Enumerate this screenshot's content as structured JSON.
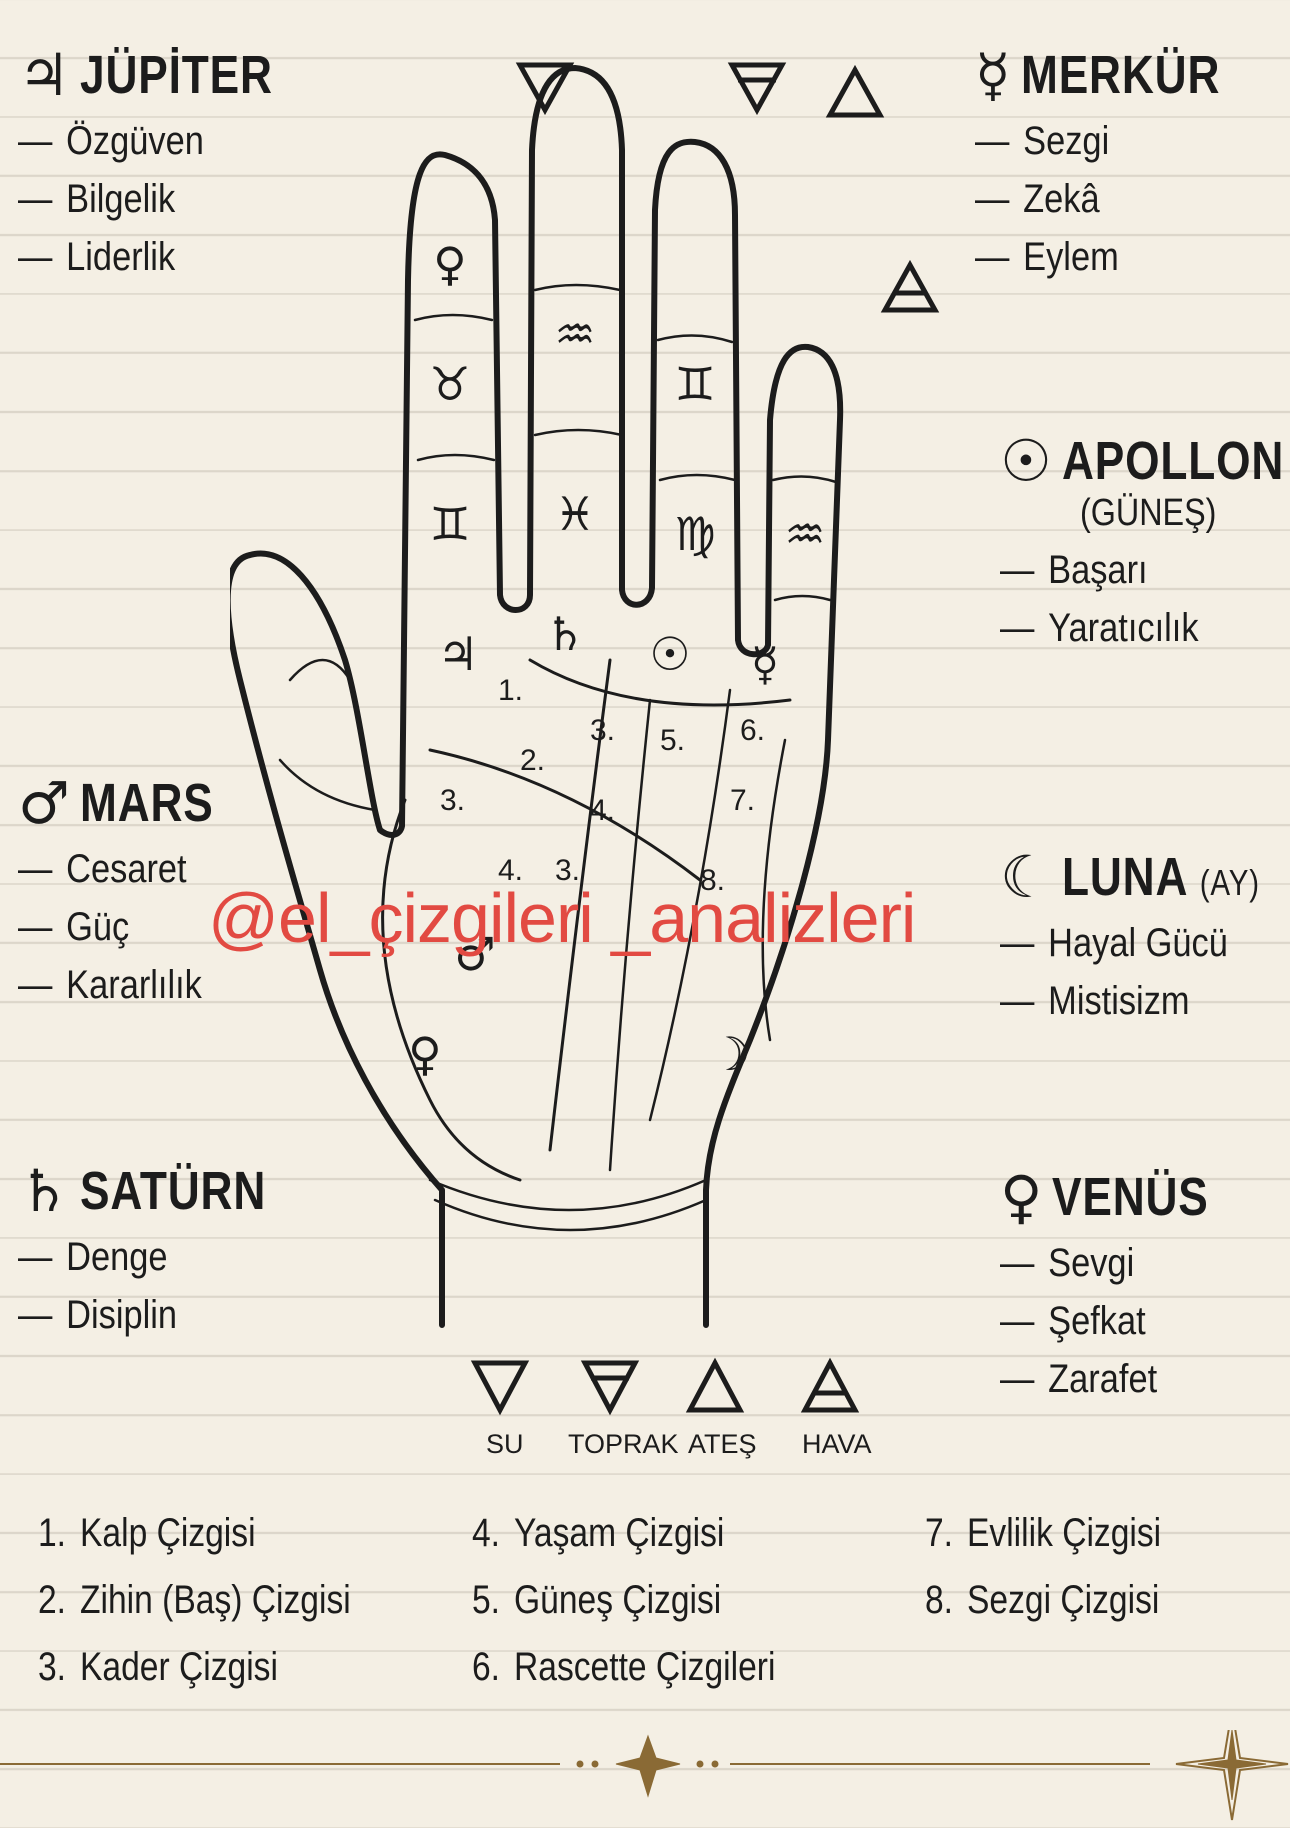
{
  "planets": {
    "jupiter": {
      "symbol": "♃",
      "name": "JÜPİTER",
      "traits": [
        "Özgüven",
        "Bilgelik",
        "Liderlik"
      ]
    },
    "mars": {
      "symbol": "♂",
      "name": "MARS",
      "traits": [
        "Cesaret",
        "Güç",
        "Kararlılık"
      ]
    },
    "saturn": {
      "symbol": "♄",
      "name": "SATÜRN",
      "traits": [
        "Denge",
        "Disiplin"
      ]
    },
    "mercury": {
      "symbol": "☿",
      "name": "MERKÜR",
      "traits": [
        "Sezgi",
        "Zekâ",
        "Eylem"
      ]
    },
    "apollo": {
      "symbol": "☉",
      "name": "APOLLON",
      "subtitle": "(GÜNEŞ)",
      "traits": [
        "Başarı",
        "Yaratıcılık"
      ]
    },
    "luna": {
      "symbol": "☾",
      "name": "LUNA",
      "name_suffix": "(AY)",
      "traits": [
        "Hayal Gücü",
        "Mistisizm"
      ]
    },
    "venus": {
      "symbol": "♀",
      "name": "VENÜS",
      "traits": [
        "Sevgi",
        "Şefkat",
        "Zarafet"
      ]
    }
  },
  "elements": [
    {
      "label": "SU",
      "icon": "water-triangle-icon"
    },
    {
      "label": "TOPRAK",
      "icon": "earth-triangle-icon"
    },
    {
      "label": "ATEŞ",
      "icon": "fire-triangle-icon"
    },
    {
      "label": "HAVA",
      "icon": "air-triangle-icon"
    }
  ],
  "hand": {
    "finger_signs": [
      "♀",
      "♉",
      "♊",
      "♒",
      "♓",
      "♊",
      "♍",
      "♒"
    ],
    "mount_signs": [
      "♃",
      "♄",
      "☉",
      "☿",
      "♂",
      "♀",
      "☽"
    ],
    "line_numbers": [
      "1.",
      "2.",
      "3.",
      "3.",
      "4.",
      "4.",
      "3.",
      "5.",
      "6.",
      "7.",
      "8."
    ]
  },
  "legend": [
    {
      "num": "1.",
      "label": "Kalp Çizgisi"
    },
    {
      "num": "2.",
      "label": "Zihin (Baş) Çizgisi"
    },
    {
      "num": "3.",
      "label": "Kader Çizgisi"
    },
    {
      "num": "4.",
      "label": "Yaşam Çizgisi"
    },
    {
      "num": "5.",
      "label": "Güneş Çizgisi"
    },
    {
      "num": "6.",
      "label": "Rascette Çizgileri"
    },
    {
      "num": "7.",
      "label": "Evlilik Çizgisi"
    },
    {
      "num": "8.",
      "label": "Sezgi Çizgisi"
    }
  ],
  "watermark": "@el_çizgileri _analizleri",
  "colors": {
    "background": "#f4efe4",
    "ink": "#1c1c1c",
    "watermark": "#e24a42",
    "ornament": "#8a6a35"
  }
}
